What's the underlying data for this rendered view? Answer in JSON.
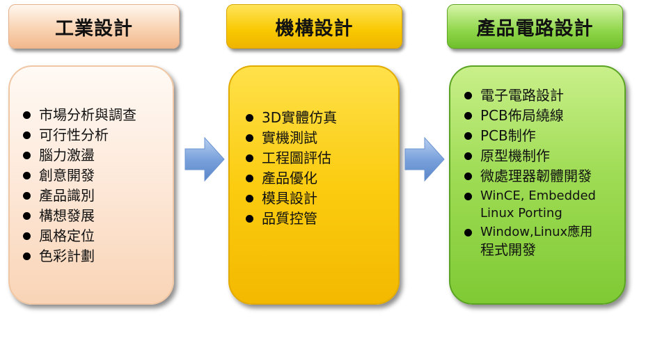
{
  "columns": [
    {
      "title": "工業設計",
      "items": [
        "市場分析與調查",
        "可行性分析",
        "腦力激盪",
        "創意開發",
        "產品識別",
        "構想發展",
        "風格定位",
        "色彩計劃"
      ]
    },
    {
      "title": "機構設計",
      "items": [
        "3D實體仿真",
        "實機測試",
        "工程圖評估",
        "產品優化",
        "模具設計",
        "品質控管"
      ]
    },
    {
      "title": "產品電路設計",
      "items": [
        "電子電路設計",
        "PCB佈局繞線",
        "PCB制作",
        "原型機制作",
        "微處理器韌體開發",
        "WinCE, Embedded",
        "Linux Porting",
        "Window,Linux應用",
        "程式開發"
      ]
    }
  ],
  "colors": {
    "industrial": "#f9d4b6",
    "mechanical": "#fbcc10",
    "circuit": "#9fdc55",
    "arrow": "#7aa2dc"
  },
  "icons": [
    "arrow-right-icon",
    "bullet-icon"
  ]
}
